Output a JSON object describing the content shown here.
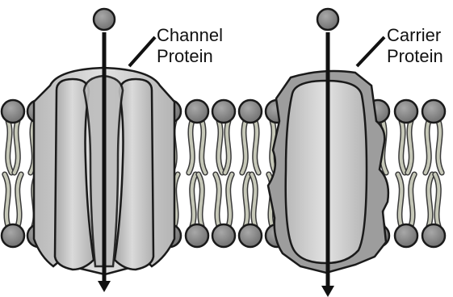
{
  "labels": {
    "channel": [
      "Channel",
      "Protein"
    ],
    "carrier": [
      "Carrier",
      "Protein"
    ]
  },
  "colors": {
    "head_fill": "#8a8a8a",
    "head_stroke": "#1a1a1a",
    "tail_fill": "#c6c8b8",
    "channel_fill": "#c8c8c8",
    "carrier_outer": "#9a9a9a",
    "carrier_inner": "#c6c6c6",
    "arrow": "#111111"
  },
  "icons": {
    "molecule": "circle",
    "lipid-head": "circle",
    "arrow": "down-arrow"
  }
}
